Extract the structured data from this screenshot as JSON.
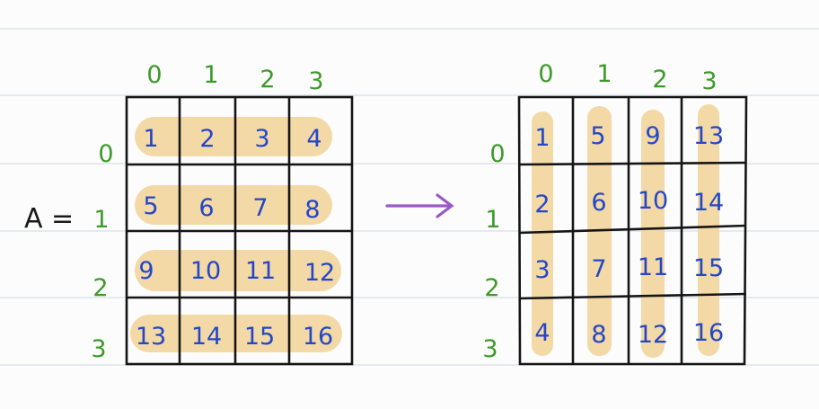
{
  "label": "A =",
  "index_labels": [
    "0",
    "1",
    "2",
    "3"
  ],
  "matrix_left": [
    [
      "1",
      "2",
      "3",
      "4"
    ],
    [
      "5",
      "6",
      "7",
      "8"
    ],
    [
      "9",
      "10",
      "11",
      "12"
    ],
    [
      "13",
      "14",
      "15",
      "16"
    ]
  ],
  "matrix_right": [
    [
      "1",
      "5",
      "9",
      "13"
    ],
    [
      "2",
      "6",
      "10",
      "14"
    ],
    [
      "3",
      "7",
      "11",
      "15"
    ],
    [
      "4",
      "8",
      "12",
      "16"
    ]
  ],
  "colors": {
    "numbers": "#2446c8",
    "indices": "#3d9a2a",
    "highlight": "#f3d9a6",
    "arrow": "#9b59c8",
    "grid": "#151515"
  }
}
